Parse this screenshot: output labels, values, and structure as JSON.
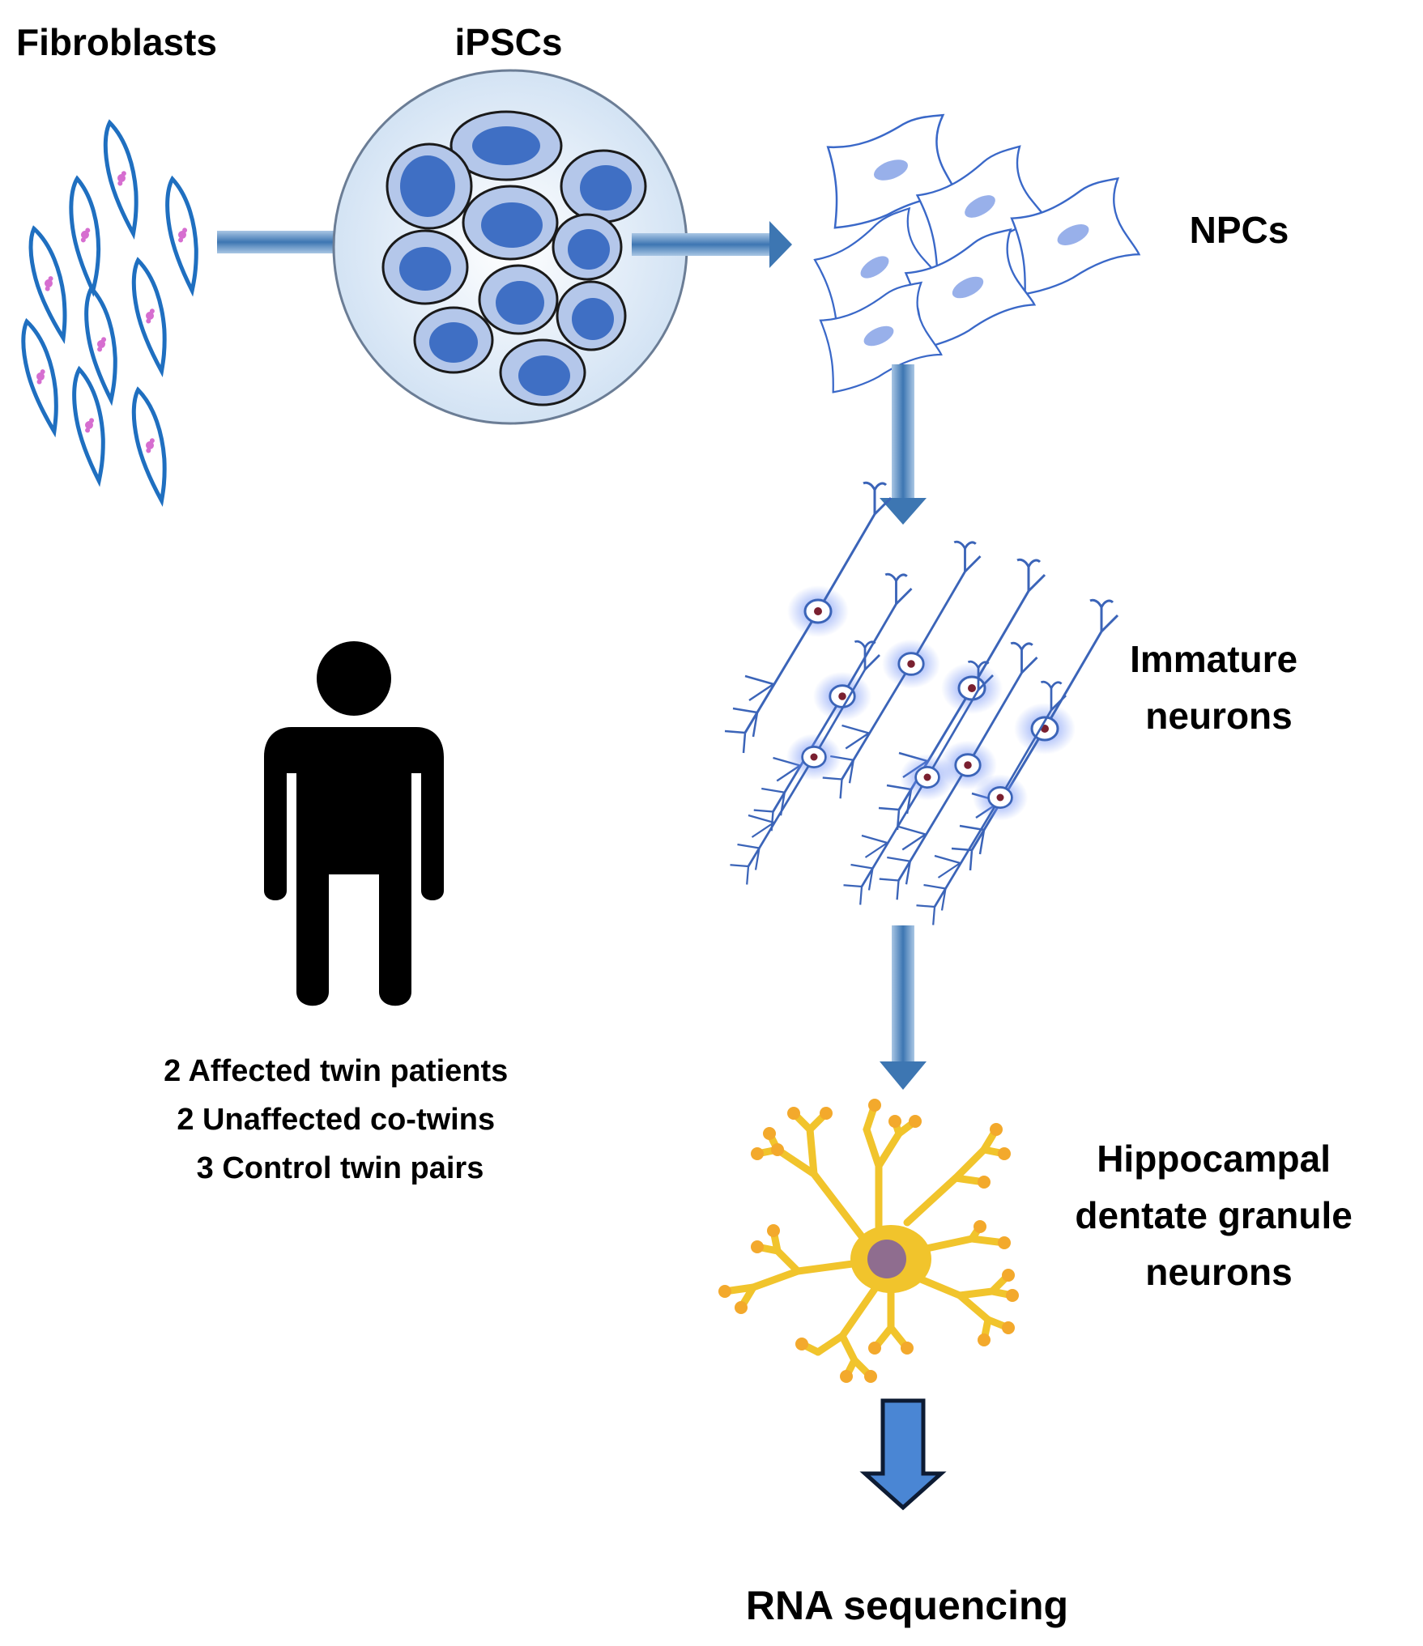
{
  "stages": {
    "fibroblasts": "Fibroblasts",
    "ipscs": "iPSCs",
    "npcs": "NPCs",
    "immature": [
      "Immature",
      "neurons"
    ],
    "granule": [
      "Hippocampal",
      "dentate granule",
      "neurons"
    ],
    "rna": "RNA sequencing"
  },
  "cohort": [
    "2 Affected twin patients",
    "2 Unaffected co-twins",
    "3 Control twin pairs"
  ],
  "icons": {
    "person": "person-icon",
    "fibroblast": "fibroblast-cell-icon",
    "ipsc": "ipsc-colony-icon",
    "npc": "npc-cell-icon",
    "immature": "immature-neuron-icon",
    "granule": "granule-neuron-icon"
  },
  "colors": {
    "fibroblast_outline": "#1f6fc0",
    "ipsc_nucleus": "#3f6fc4",
    "ipsc_cell": "#9db3e0",
    "npc_outline": "#3a68c8",
    "npc_nucleus": "#98b0ea",
    "arrow": "#5d8bbd",
    "granule_body": "#f1c42c",
    "granule_nucleus": "#8f6d8f",
    "final_arrow": "#4a86d4"
  }
}
